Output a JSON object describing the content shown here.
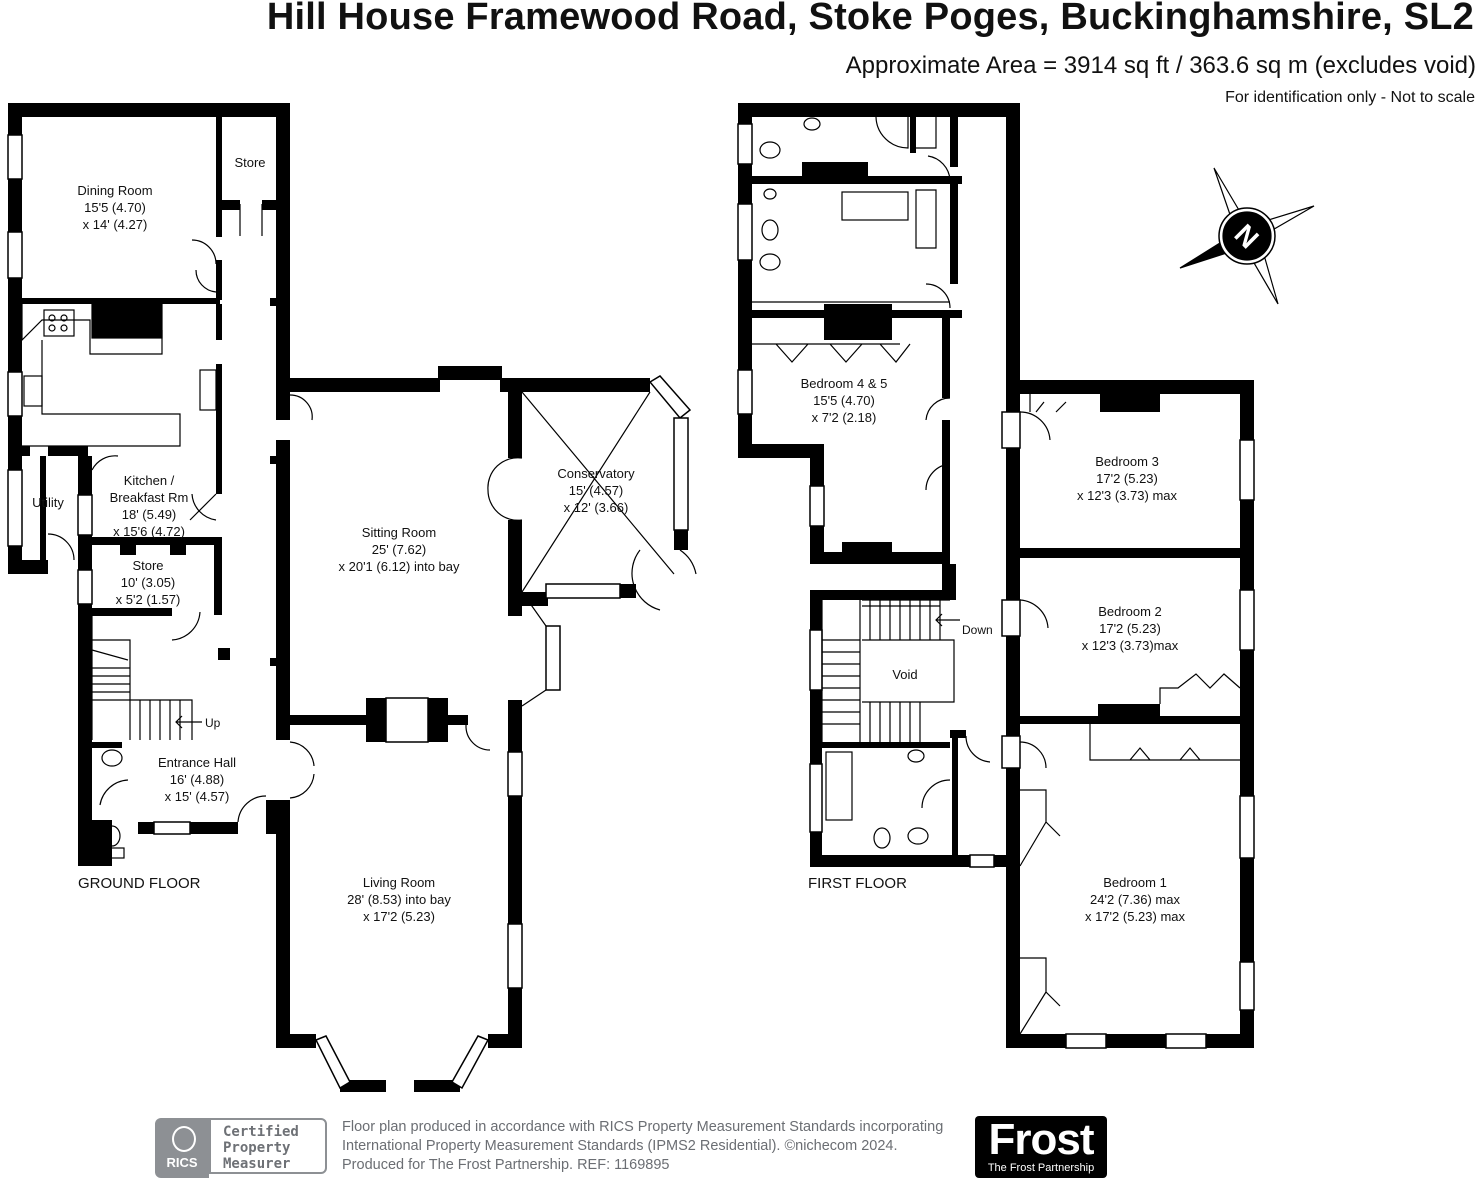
{
  "header": {
    "title": "Hill House Framewood Road, Stoke Poges, Buckinghamshire, SL2",
    "area": "Approximate Area = 3914 sq ft / 363.6 sq m (excludes void)",
    "note": "For identification only - Not to scale"
  },
  "ground_floor": {
    "label": "GROUND FLOOR",
    "rooms": {
      "dining": {
        "name": "Dining Room",
        "l1": "15'5 (4.70)",
        "l2": "x 14' (4.27)"
      },
      "store_top": {
        "name": "Store"
      },
      "kitchen": {
        "name": "Kitchen /",
        "l1": "Breakfast Rm",
        "l2": "18' (5.49)",
        "l3": "x 15'6 (4.72)"
      },
      "utility": {
        "name": "Utility"
      },
      "store": {
        "name": "Store",
        "l1": "10' (3.05)",
        "l2": "x 5'2 (1.57)"
      },
      "sitting": {
        "name": "Sitting Room",
        "l1": "25' (7.62)",
        "l2": "x 20'1 (6.12) into bay"
      },
      "conservatory": {
        "name": "Conservatory",
        "l1": "15' (4.57)",
        "l2": "x 12' (3.66)"
      },
      "entrance": {
        "name": "Entrance Hall",
        "l1": "16' (4.88)",
        "l2": "x 15' (4.57)"
      },
      "living": {
        "name": "Living Room",
        "l1": "28' (8.53) into bay",
        "l2": "x 17'2 (5.23)"
      }
    },
    "up": "Up"
  },
  "first_floor": {
    "label": "FIRST FLOOR",
    "rooms": {
      "bed45": {
        "name": "Bedroom 4 & 5",
        "l1": "15'5 (4.70)",
        "l2": "x 7'2 (2.18)"
      },
      "bed3": {
        "name": "Bedroom 3",
        "l1": "17'2 (5.23)",
        "l2": "x 12'3 (3.73) max"
      },
      "bed2": {
        "name": "Bedroom 2",
        "l1": "17'2 (5.23)",
        "l2": "x 12'3 (3.73)max"
      },
      "void": {
        "name": "Void"
      },
      "bed1": {
        "name": "Bedroom 1",
        "l1": "24'2 (7.36) max",
        "l2": "x 17'2 (5.23) max"
      }
    },
    "down": "Down"
  },
  "compass": {
    "letter": "N"
  },
  "footer": {
    "rics_logo": "RICS",
    "rics_cert": [
      "Certified",
      "Property",
      "Measurer"
    ],
    "disclaimer": [
      "Floor plan produced in accordance with RICS Property Measurement Standards incorporating",
      "International Property Measurement Standards (IPMS2 Residential).  ©nichecom 2024.",
      "Produced for The Frost Partnership.  REF:  1169895"
    ],
    "frost_logo": "Frost",
    "frost_tag": "The Frost Partnership"
  },
  "colors": {
    "wall": "#000000",
    "muted": "#6b6e73",
    "logo_grey": "#8d9094"
  }
}
